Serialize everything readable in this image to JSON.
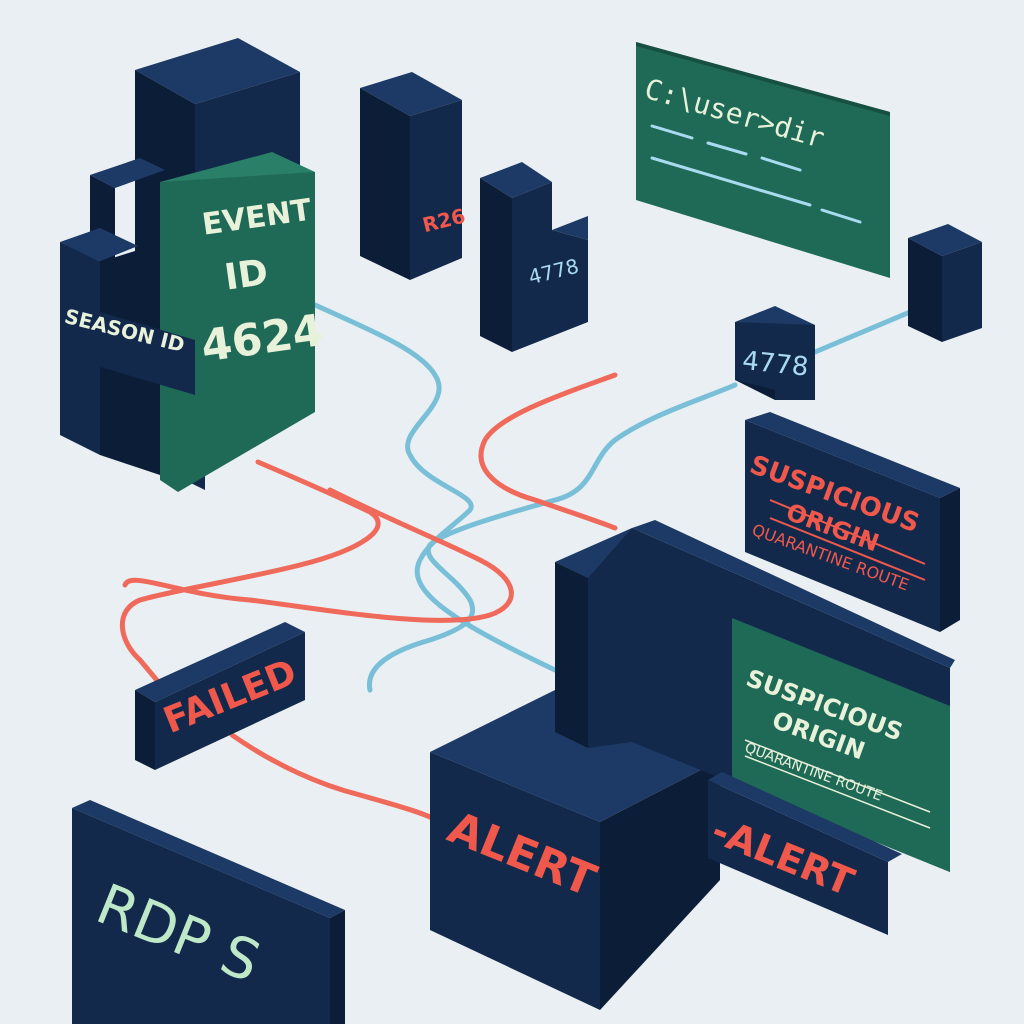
{
  "colors": {
    "background": "#e9eff2",
    "navy_front": "#13294b",
    "navy_side": "#0c1d38",
    "navy_top": "#1d3a66",
    "green_panel": "#1f6a57",
    "red_route": "#ef6a5a",
    "blue_route": "#79bfd8",
    "label_cream": "#e8f1d9",
    "label_red": "#f0584c",
    "label_blue": "#a8daf0",
    "label_mint": "#bfe8c8"
  },
  "labels": {
    "event": "EVENT",
    "id": "ID",
    "event_code": "4624",
    "season_id": "SEASON ID",
    "r26": "R26",
    "tower_4778": "4778",
    "node_4778": "4778",
    "terminal_cmd": "C:\\user>dir",
    "suspicious_1": "SUSPICIOUS",
    "origin_1": "ORIGIN",
    "quarantine_1": "QUARANTINE ROUTE",
    "suspicious_2": "SUSPICIOUS",
    "origin_2": "ORIGIN",
    "quarantine_2": "QUARANTINE ROUTE",
    "failed": "FAILED",
    "alert_main": "ALERT",
    "alert_side": "-ALERT",
    "rdp": "RDP S"
  }
}
